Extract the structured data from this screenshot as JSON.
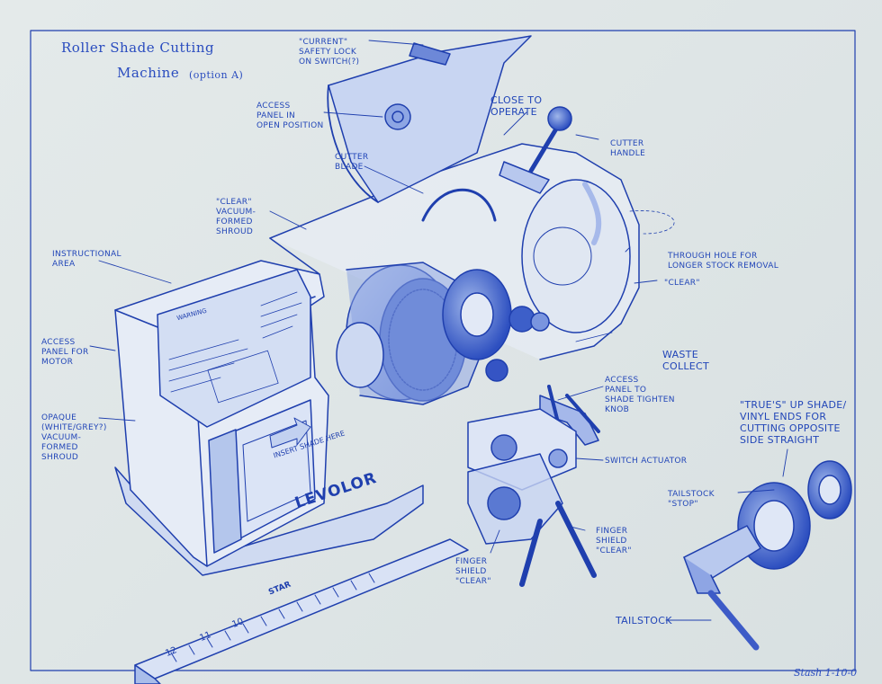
{
  "title": {
    "line1": "Roller Shade Cutting",
    "line2": "Machine",
    "option": "(option A)"
  },
  "labels": {
    "safety_lock": "\"Current\"\nsafety lock\non switch(?)",
    "access_panel_open": "Access\npanel in\nopen position",
    "close_to_operate": "Close to\noperate",
    "cutter_handle": "Cutter\nhandle",
    "cutter_blade": "Cutter\nblade",
    "vacuum_shroud": "\"Clear\"\nvacuum-\nformed\nshroud",
    "instructional_area": "Instructional\narea",
    "through_hole": "Through hole for\nlonger stock removal",
    "clear_1": "\"Clear\"",
    "access_panel_motor": "Access\npanel for\nmotor",
    "waste_collect": "Waste\ncollect",
    "access_panel_knob": "Access\npanel to\nshade tighten\nknob",
    "opaque_shroud": "Opaque\n(white/grey?)\nvacuum-\nformed\nshroud",
    "trues_up": "\"True's\" up shade/\nvinyl ends for\ncutting opposite\nside straight",
    "switch_actuator": "Switch actuator",
    "tailstock_stop": "Tailstock\n\"Stop\"",
    "finger_shield_right": "Finger\nshield\n\"Clear\"",
    "finger_shield_left": "Finger\nshield\n\"clear\"",
    "tailstock": "Tailstock"
  },
  "machine": {
    "brand": "LEVOLOR",
    "insert_text": "INSERT SHADE HERE",
    "warning": "WARNING",
    "ruler_brand": "STAR",
    "ruler_numbers": [
      "12",
      "11",
      "10"
    ]
  },
  "signature": "Stash 1-10-0",
  "colors": {
    "ink": "#1f3fae",
    "paper": "#e0e7e7"
  }
}
